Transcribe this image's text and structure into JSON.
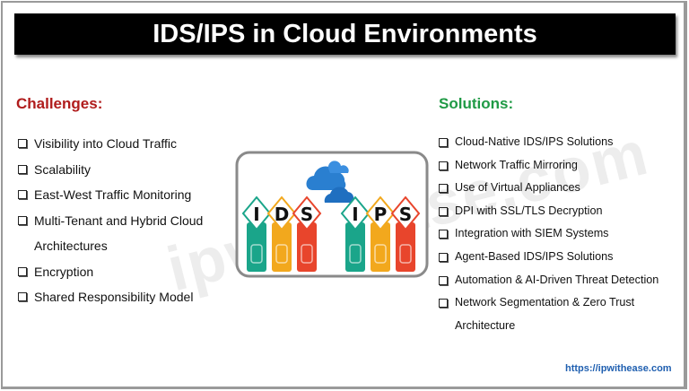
{
  "title": "IDS/IPS in Cloud Environments",
  "challenges": {
    "heading": "Challenges:",
    "items": [
      "Visibility into Cloud Traffic",
      "Scalability",
      "East-West Traffic Monitoring",
      "Multi-Tenant and Hybrid Cloud",
      "Encryption",
      "Shared Responsibility Model"
    ],
    "item_continuation": "Architectures"
  },
  "solutions": {
    "heading": "Solutions:",
    "items": [
      "Cloud-Native IDS/IPS Solutions",
      "Network Traffic Mirroring",
      "Use of Virtual Appliances",
      "DPI with SSL/TLS Decryption",
      "Integration with SIEM Systems",
      "Agent-Based IDS/IPS Solutions",
      "Automation & AI-Driven Threat Detection",
      "Network Segmentation & Zero Trust"
    ],
    "item_continuation": "Architecture"
  },
  "graphic": {
    "ids_letters": [
      "I",
      "D",
      "S"
    ],
    "ips_letters": [
      "I",
      "P",
      "S"
    ],
    "column_colors": [
      "#1aa58a",
      "#f2a81d",
      "#e8452c"
    ],
    "icon": "cloud-icon"
  },
  "watermark": "ipwithease.com",
  "footer_url": "https://ipwithease.com",
  "colors": {
    "challenges": "#b01c1c",
    "solutions": "#1f9a45",
    "footer": "#1f5fb0"
  }
}
